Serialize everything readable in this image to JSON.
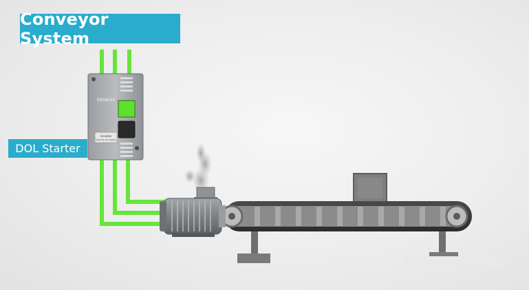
{
  "title": "Conveyor System",
  "starter": {
    "label": "DOL Starter",
    "brand": "SIEMENS",
    "plate_brand": "SIEMENS",
    "plate_text": "Direct On Line Starter"
  },
  "colors": {
    "accent": "#2aaccc",
    "wire": "#66e53a",
    "indicator_on": "#5fe02c",
    "belt": "#3c3c3c",
    "motor": "#8a8d90"
  },
  "icons": [
    "starter-enclosure",
    "motor-icon",
    "conveyor-belt",
    "box-on-belt",
    "smoke-plume"
  ]
}
